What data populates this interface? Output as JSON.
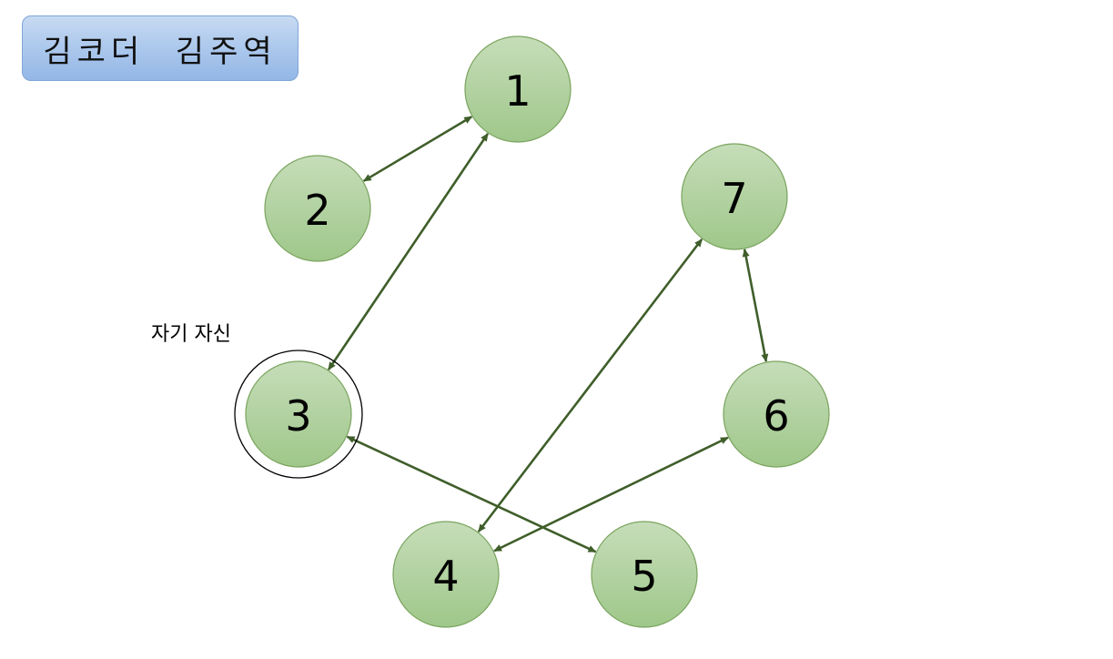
{
  "title": "김코더  김주역",
  "self_loop_label": "자기 자신",
  "colors": {
    "node_fill_top": "#c6ddb9",
    "node_fill_bottom": "#9fc78a",
    "edge": "#3f5e2a",
    "title_bg": "#a9c6ec"
  },
  "nodes": [
    {
      "id": "1",
      "label": "1"
    },
    {
      "id": "2",
      "label": "2"
    },
    {
      "id": "3",
      "label": "3"
    },
    {
      "id": "4",
      "label": "4"
    },
    {
      "id": "5",
      "label": "5"
    },
    {
      "id": "6",
      "label": "6"
    },
    {
      "id": "7",
      "label": "7"
    }
  ],
  "edges": [
    {
      "from": "1",
      "to": "2",
      "direction": "both"
    },
    {
      "from": "1",
      "to": "3",
      "direction": "both"
    },
    {
      "from": "3",
      "to": "5",
      "direction": "both"
    },
    {
      "from": "4",
      "to": "7",
      "direction": "both"
    },
    {
      "from": "4",
      "to": "6",
      "direction": "both"
    },
    {
      "from": "6",
      "to": "7",
      "direction": "both"
    }
  ],
  "self_loop_node": "3"
}
